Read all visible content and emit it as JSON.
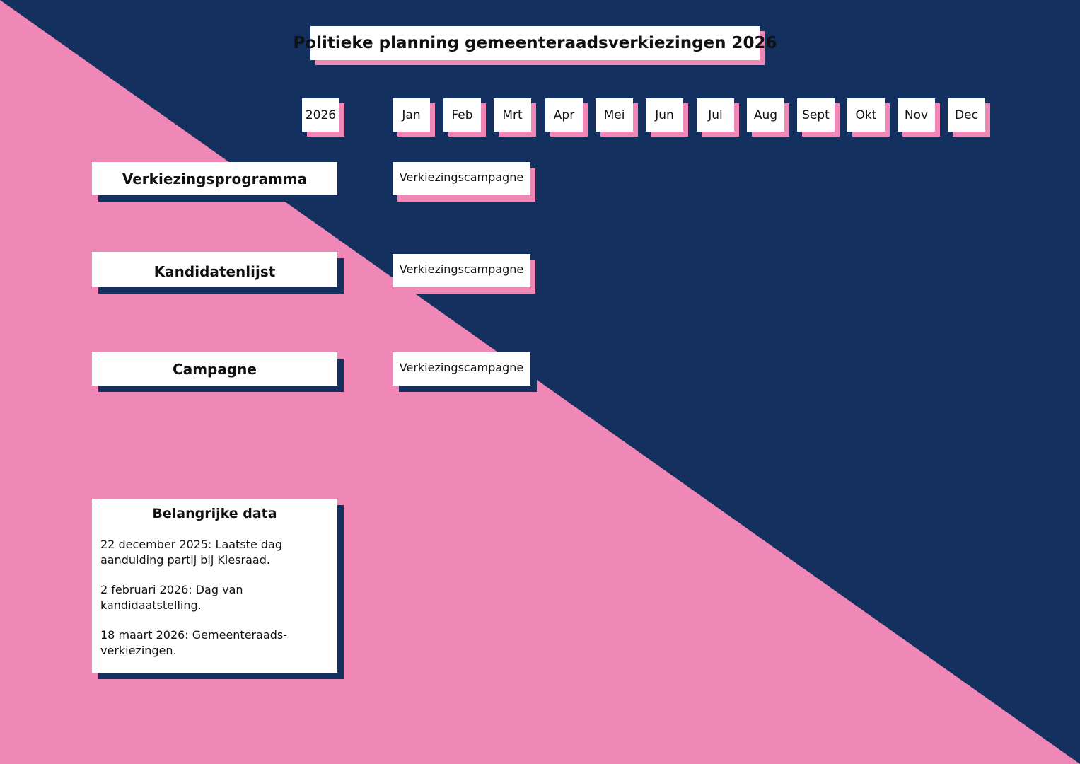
{
  "title": "Politieke planning gemeenteraadsverkiezingen 2026",
  "year": "2026",
  "months": [
    "Jan",
    "Feb",
    "Mrt",
    "Apr",
    "Mei",
    "Jun",
    "Jul",
    "Aug",
    "Sept",
    "Okt",
    "Nov",
    "Dec"
  ],
  "rows": [
    {
      "label": "Verkiezingsprogramma",
      "bar": "Verkiezingscampagne"
    },
    {
      "label": "Kandidatenlijst",
      "bar": "Verkiezingscampagne"
    },
    {
      "label": "Campagne",
      "bar": "Verkiezingscampagne"
    }
  ],
  "important_dates": {
    "title": "Belangrijke data",
    "items": [
      "22 december 2025: Laatste dag aanduiding partij bij Kiesraad.",
      "2 februari 2026: Dag van kandidaatstelling.",
      "18 maart 2026: Gemeenteraads-verkiezingen."
    ]
  },
  "colors": {
    "navy": "#13305f",
    "pink": "#ef88b6",
    "white": "#ffffff"
  }
}
